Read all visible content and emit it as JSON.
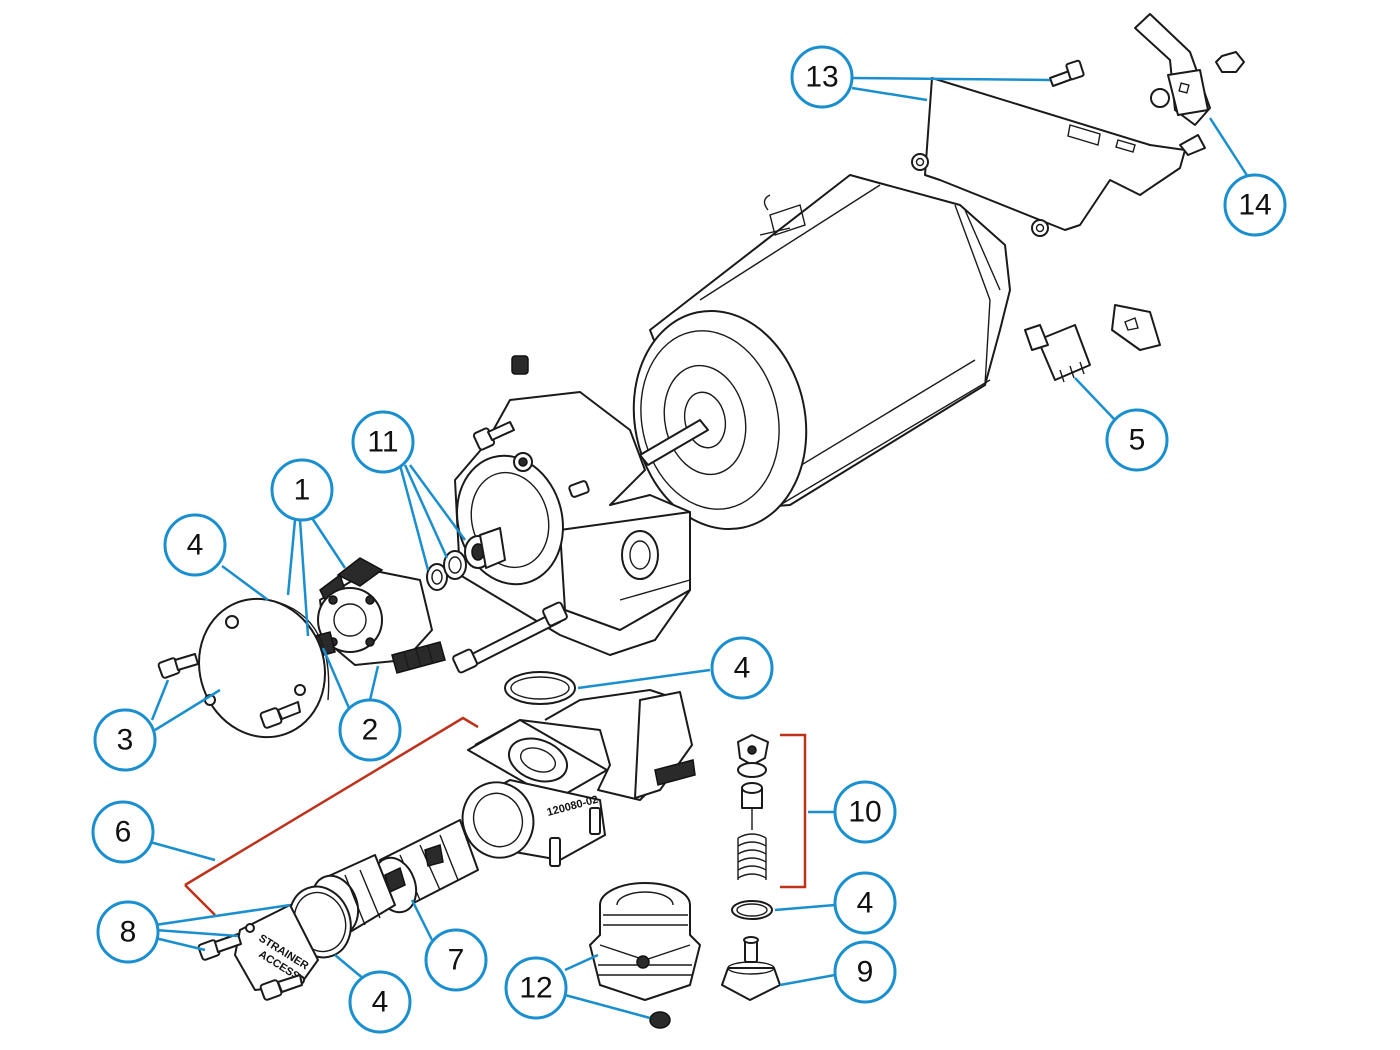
{
  "diagram": {
    "title": "Pump exploded parts diagram",
    "callout_color": "#1a8fd0",
    "bracket_color": "#c0311a",
    "strainer_cap_text": [
      "STRAINER",
      "ACCESS"
    ],
    "body_stamp": "120080-02",
    "callouts": [
      {
        "id": "c13",
        "label": "13"
      },
      {
        "id": "c14",
        "label": "14"
      },
      {
        "id": "c5",
        "label": "5"
      },
      {
        "id": "c11",
        "label": "11"
      },
      {
        "id": "c1",
        "label": "1"
      },
      {
        "id": "c4a",
        "label": "4"
      },
      {
        "id": "c3",
        "label": "3"
      },
      {
        "id": "c2",
        "label": "2"
      },
      {
        "id": "c4b",
        "label": "4"
      },
      {
        "id": "c10",
        "label": "10"
      },
      {
        "id": "c6",
        "label": "6"
      },
      {
        "id": "c8",
        "label": "8"
      },
      {
        "id": "c7",
        "label": "7"
      },
      {
        "id": "c4c",
        "label": "4"
      },
      {
        "id": "c4d",
        "label": "4"
      },
      {
        "id": "c9",
        "label": "9"
      },
      {
        "id": "c12",
        "label": "12"
      }
    ]
  }
}
